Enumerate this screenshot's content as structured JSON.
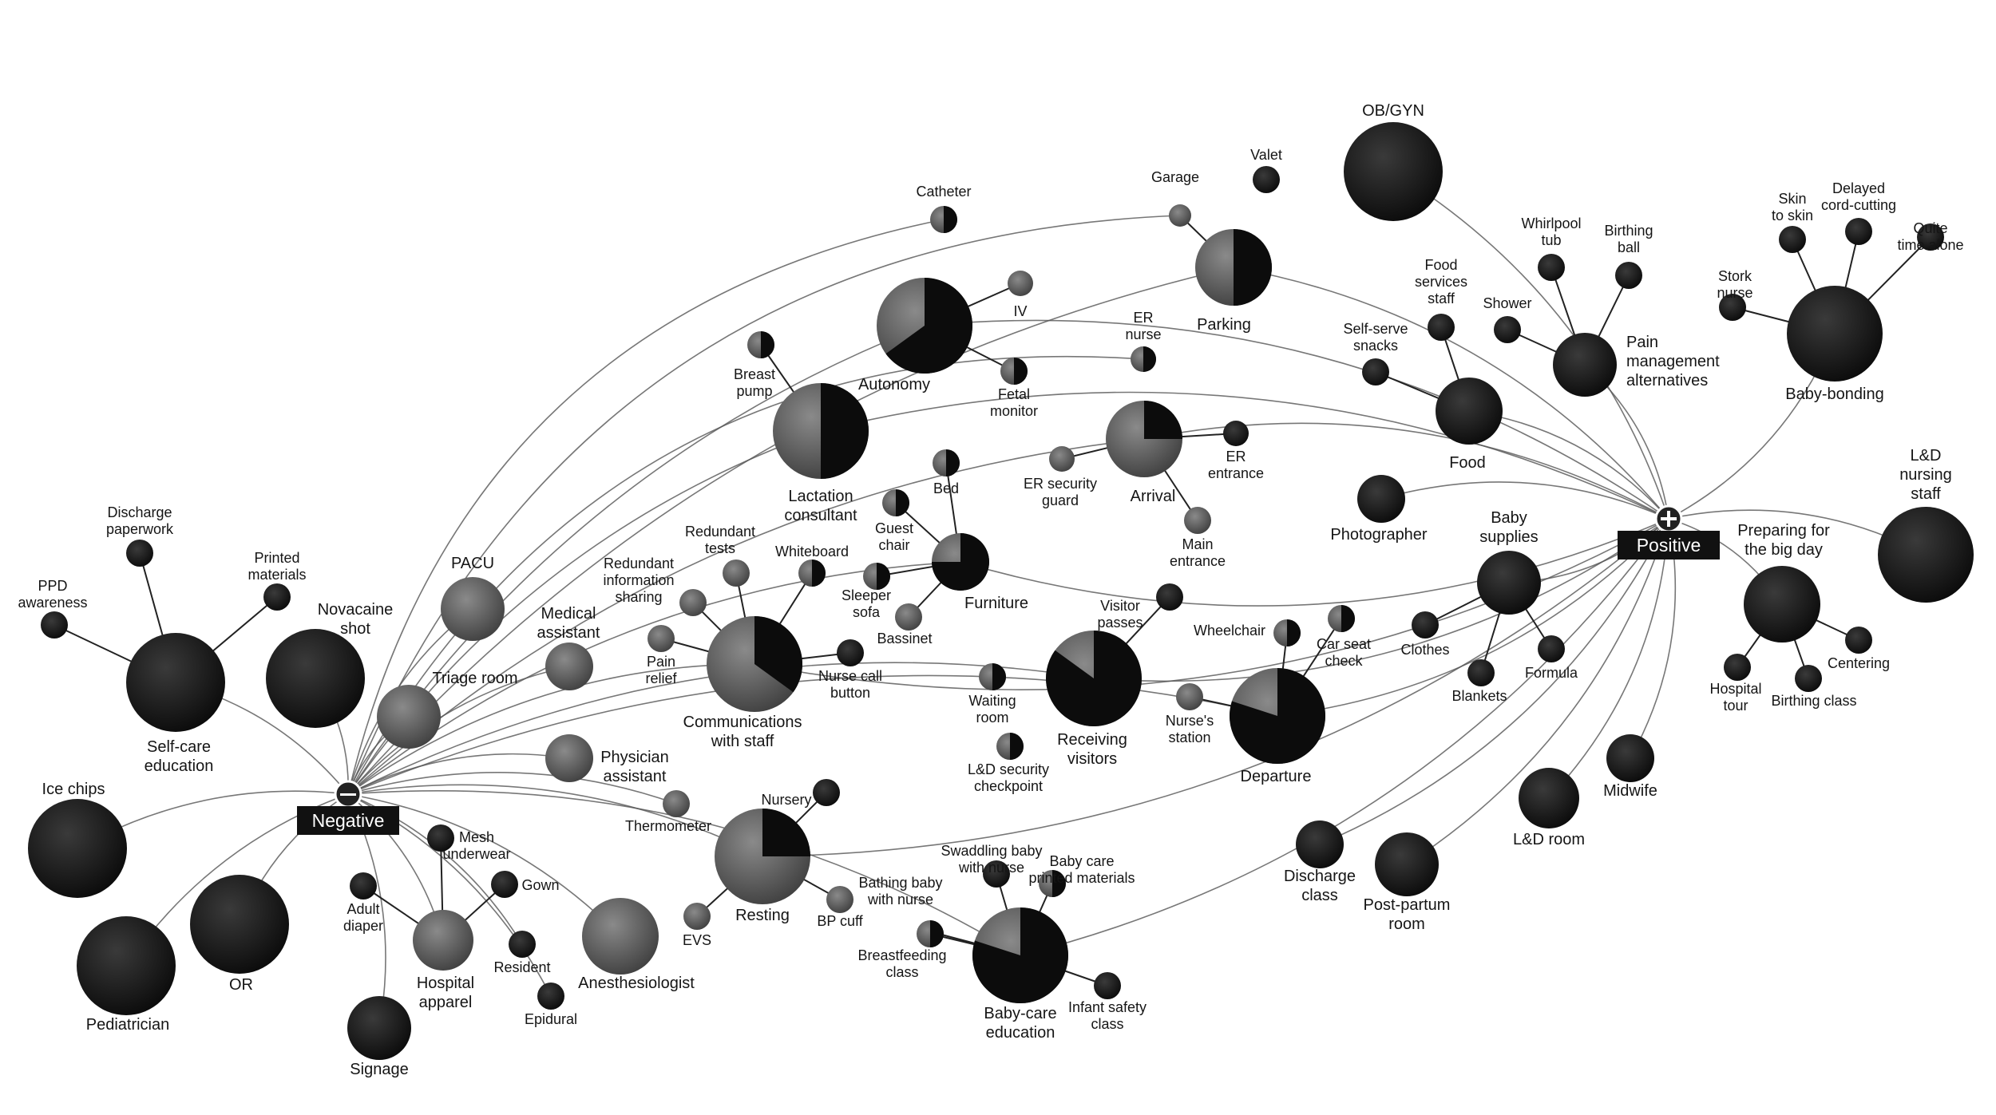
{
  "hubs": {
    "negative": "Negative",
    "positive": "Positive"
  },
  "nodes": [
    {
      "id": "ob-gyn",
      "label": [
        "OB/GYN"
      ],
      "share": 1
    },
    {
      "id": "valet",
      "label": [
        "Valet"
      ],
      "share": 1
    },
    {
      "id": "garage",
      "label": [
        "Garage"
      ],
      "share": 0
    },
    {
      "id": "parking",
      "label": [
        "Parking"
      ],
      "share": 0.5
    },
    {
      "id": "catheter",
      "label": [
        "Catheter"
      ],
      "share": 0.5
    },
    {
      "id": "iv",
      "label": [
        "IV"
      ],
      "share": 0
    },
    {
      "id": "autonomy",
      "label": [
        "Autonomy"
      ],
      "share": 0.65
    },
    {
      "id": "fetal-monitor",
      "label": [
        "Fetal",
        "monitor"
      ],
      "share": 0.5
    },
    {
      "id": "breast-pump",
      "label": [
        "Breast",
        "pump"
      ],
      "share": 0.5
    },
    {
      "id": "lactation-consultant",
      "label": [
        "Lactation",
        "consultant"
      ],
      "share": 0.5
    },
    {
      "id": "er-nurse",
      "label": [
        "ER",
        "nurse"
      ],
      "share": 0.5
    },
    {
      "id": "arrival",
      "label": [
        "Arrival"
      ],
      "share": 0.25
    },
    {
      "id": "er-entrance",
      "label": [
        "ER",
        "entrance"
      ],
      "share": 1
    },
    {
      "id": "er-security-guard",
      "label": [
        "ER security",
        "guard"
      ],
      "share": 0
    },
    {
      "id": "main-entrance",
      "label": [
        "Main",
        "entrance"
      ],
      "share": 0
    },
    {
      "id": "food-services-staff",
      "label": [
        "Food",
        "services",
        "staff"
      ],
      "share": 1
    },
    {
      "id": "self-serve-snacks",
      "label": [
        "Self-serve",
        "snacks"
      ],
      "share": 1
    },
    {
      "id": "food",
      "label": [
        "Food"
      ],
      "share": 1
    },
    {
      "id": "whirlpool-tub",
      "label": [
        "Whirlpool",
        "tub"
      ],
      "share": 1
    },
    {
      "id": "birthing-ball",
      "label": [
        "Birthing",
        "ball"
      ],
      "share": 1
    },
    {
      "id": "shower",
      "label": [
        "Shower"
      ],
      "share": 1
    },
    {
      "id": "pain-management",
      "label": [
        "Pain",
        "management",
        "alternatives"
      ],
      "share": 1
    },
    {
      "id": "stork-nurse",
      "label": [
        "Stork",
        "nurse"
      ],
      "share": 1
    },
    {
      "id": "skin-to-skin",
      "label": [
        "Skin",
        "to skin"
      ],
      "share": 1
    },
    {
      "id": "delayed-cord-cutting",
      "label": [
        "Delayed",
        "cord-cutting"
      ],
      "share": 1
    },
    {
      "id": "quite-time-alone",
      "label": [
        "Quite",
        "time alone"
      ],
      "share": 1
    },
    {
      "id": "baby-bonding",
      "label": [
        "Baby-bonding"
      ],
      "share": 1
    },
    {
      "id": "ld-nursing-staff",
      "label": [
        "L&D",
        "nursing",
        "staff"
      ],
      "share": 1
    },
    {
      "id": "photographer",
      "label": [
        "Photographer"
      ],
      "share": 1
    },
    {
      "id": "baby-supplies",
      "label": [
        "Baby",
        "supplies"
      ],
      "share": 1
    },
    {
      "id": "clothes",
      "label": [
        "Clothes"
      ],
      "share": 1
    },
    {
      "id": "blankets",
      "label": [
        "Blankets"
      ],
      "share": 1
    },
    {
      "id": "formula",
      "label": [
        "Formula"
      ],
      "share": 1
    },
    {
      "id": "preparing-big-day",
      "label": [
        "Preparing for",
        "the big day"
      ],
      "share": 1
    },
    {
      "id": "hospital-tour",
      "label": [
        "Hospital",
        "tour"
      ],
      "share": 1
    },
    {
      "id": "birthing-class",
      "label": [
        "Birthing class"
      ],
      "share": 1
    },
    {
      "id": "centering",
      "label": [
        "Centering"
      ],
      "share": 1
    },
    {
      "id": "midwife",
      "label": [
        "Midwife"
      ],
      "share": 1
    },
    {
      "id": "ld-room",
      "label": [
        "L&D room"
      ],
      "share": 1
    },
    {
      "id": "discharge-class",
      "label": [
        "Discharge",
        "class"
      ],
      "share": 1
    },
    {
      "id": "post-partum-room",
      "label": [
        "Post-partum",
        "room"
      ],
      "share": 1
    },
    {
      "id": "bed",
      "label": [
        "Bed"
      ],
      "share": 0.5
    },
    {
      "id": "guest-chair",
      "label": [
        "Guest",
        "chair"
      ],
      "share": 0.5
    },
    {
      "id": "sleeper-sofa",
      "label": [
        "Sleeper",
        "sofa"
      ],
      "share": 0.5
    },
    {
      "id": "bassinet",
      "label": [
        "Bassinet"
      ],
      "share": 0
    },
    {
      "id": "furniture",
      "label": [
        "Furniture"
      ],
      "share": 0.75
    },
    {
      "id": "whiteboard",
      "label": [
        "Whiteboard"
      ],
      "share": 0.5
    },
    {
      "id": "redundant-tests",
      "label": [
        "Redundant",
        "tests"
      ],
      "share": 0
    },
    {
      "id": "redundant-info",
      "label": [
        "Redundant",
        "information",
        "sharing"
      ],
      "share": 0
    },
    {
      "id": "pain-relief",
      "label": [
        "Pain",
        "relief"
      ],
      "share": 0
    },
    {
      "id": "communications-staff",
      "label": [
        "Communications",
        "with staff"
      ],
      "share": 0.35
    },
    {
      "id": "nurse-call-button",
      "label": [
        "Nurse call",
        "button"
      ],
      "share": 1
    },
    {
      "id": "visitor-passes",
      "label": [
        "Visitor",
        "passes"
      ],
      "share": 1
    },
    {
      "id": "receiving-visitors",
      "label": [
        "Receiving",
        "visitors"
      ],
      "share": 0.85
    },
    {
      "id": "waiting-room",
      "label": [
        "Waiting",
        "room"
      ],
      "share": 0.5
    },
    {
      "id": "ld-security",
      "label": [
        "L&D security",
        "checkpoint"
      ],
      "share": 0.5
    },
    {
      "id": "wheelchair",
      "label": [
        "Wheelchair"
      ],
      "share": 0.5
    },
    {
      "id": "car-seat-check",
      "label": [
        "Car seat",
        "check"
      ],
      "share": 0.5
    },
    {
      "id": "nurses-station",
      "label": [
        "Nurse's",
        "station"
      ],
      "share": 0
    },
    {
      "id": "departure",
      "label": [
        "Departure"
      ],
      "share": 0.8
    },
    {
      "id": "pacu",
      "label": [
        "PACU"
      ],
      "share": 0
    },
    {
      "id": "novacaine-shot",
      "label": [
        "Novacaine",
        "shot"
      ],
      "share": 1
    },
    {
      "id": "triage-room",
      "label": [
        "Triage room"
      ],
      "share": 0
    },
    {
      "id": "medical-assistant",
      "label": [
        "Medical",
        "assistant"
      ],
      "share": 0
    },
    {
      "id": "physician-assistant",
      "label": [
        "Physician",
        "assistant"
      ],
      "share": 0
    },
    {
      "id": "discharge-paperwork",
      "label": [
        "Discharge",
        "paperwork"
      ],
      "share": 1
    },
    {
      "id": "printed-materials",
      "label": [
        "Printed",
        "materials"
      ],
      "share": 1
    },
    {
      "id": "ppd-awareness",
      "label": [
        "PPD",
        "awareness"
      ],
      "share": 1
    },
    {
      "id": "self-care-education",
      "label": [
        "Self-care",
        "education"
      ],
      "share": 1
    },
    {
      "id": "ice-chips",
      "label": [
        "Ice chips"
      ],
      "share": 1
    },
    {
      "id": "or",
      "label": [
        "OR"
      ],
      "share": 1
    },
    {
      "id": "pediatrician",
      "label": [
        "Pediatrician"
      ],
      "share": 1
    },
    {
      "id": "signage",
      "label": [
        "Signage"
      ],
      "share": 1
    },
    {
      "id": "mesh-underwear",
      "label": [
        "Mesh",
        "underwear"
      ],
      "share": 1
    },
    {
      "id": "gown",
      "label": [
        "Gown"
      ],
      "share": 1
    },
    {
      "id": "adult-diaper",
      "label": [
        "Adult",
        "diaper"
      ],
      "share": 1
    },
    {
      "id": "hospital-apparel",
      "label": [
        "Hospital",
        "apparel"
      ],
      "share": 0
    },
    {
      "id": "resident",
      "label": [
        "Resident"
      ],
      "share": 1
    },
    {
      "id": "epidural",
      "label": [
        "Epidural"
      ],
      "share": 1
    },
    {
      "id": "anesthesiologist",
      "label": [
        "Anesthesiologist"
      ],
      "share": 0
    },
    {
      "id": "thermometer",
      "label": [
        "Thermometer"
      ],
      "share": 0
    },
    {
      "id": "nursery",
      "label": [
        "Nursery"
      ],
      "share": 1
    },
    {
      "id": "resting",
      "label": [
        "Resting"
      ],
      "share": 0.25
    },
    {
      "id": "bp-cuff",
      "label": [
        "BP cuff"
      ],
      "share": 0
    },
    {
      "id": "evs",
      "label": [
        "EVS"
      ],
      "share": 0
    },
    {
      "id": "swaddling",
      "label": [
        "Swaddling baby",
        "with nurse"
      ],
      "share": 1
    },
    {
      "id": "baby-care-printed",
      "label": [
        "Baby care",
        "printed materials"
      ],
      "share": 0.5
    },
    {
      "id": "bathing-baby",
      "label": [
        "Bathing baby",
        "with nurse"
      ],
      "share": 0.5
    },
    {
      "id": "breastfeeding-class",
      "label": [
        "Breastfeeding",
        "class"
      ],
      "share": 0.5
    },
    {
      "id": "baby-care-education",
      "label": [
        "Baby-care",
        "education"
      ],
      "share": 0.8
    },
    {
      "id": "infant-safety-class",
      "label": [
        "Infant safety",
        "class"
      ],
      "share": 1
    }
  ]
}
